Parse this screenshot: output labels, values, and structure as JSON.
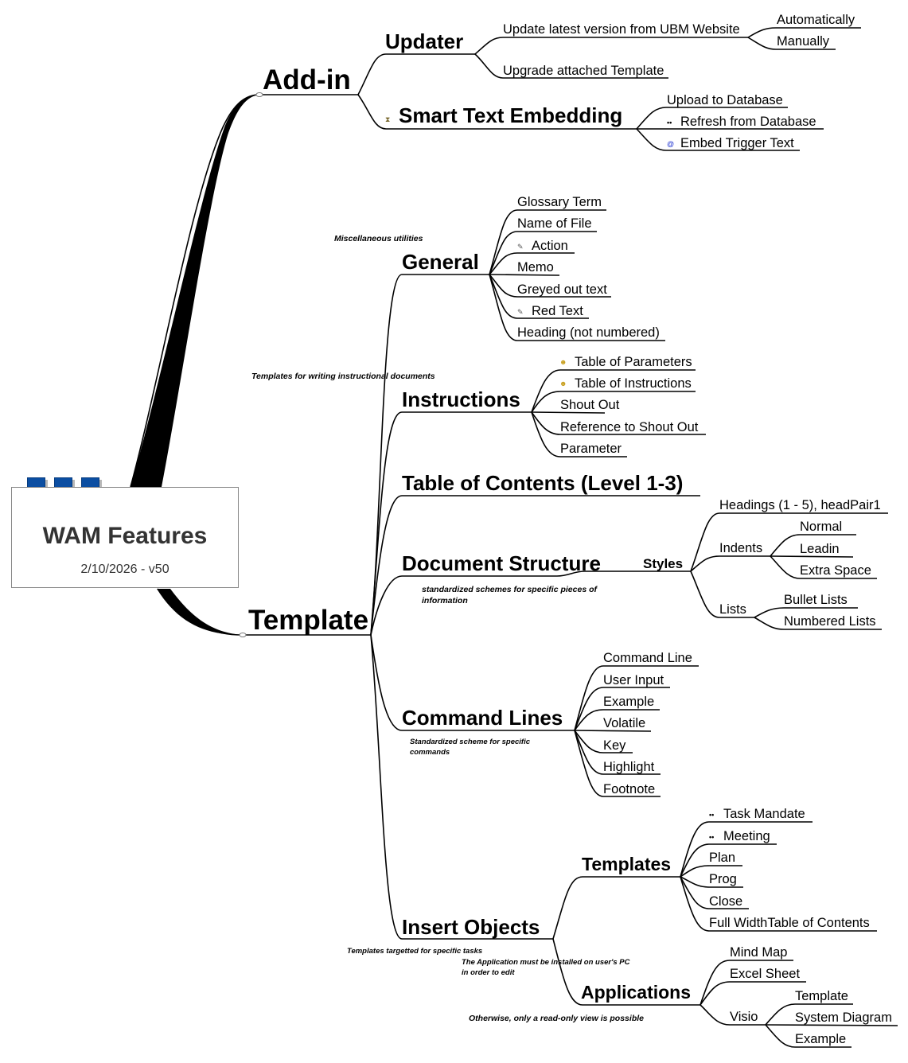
{
  "central": {
    "title": "WAM Features",
    "subtitle": "2/10/2026 - v50",
    "decoration": [
      "square",
      "square",
      "square"
    ]
  },
  "branches": {
    "addin": {
      "label": "Add-in",
      "updater": {
        "label": "Updater",
        "items": [
          {
            "label": "Update latest version from UBM Website",
            "children": [
              "Automatically",
              "Manually"
            ]
          },
          {
            "label": "Upgrade attached Template"
          }
        ]
      },
      "smart_text": {
        "label": "Smart Text Embedding",
        "icon": "hourglass-icon",
        "items": [
          {
            "label": "Upload to Database",
            "icon": ""
          },
          {
            "label": "Refresh from Database",
            "icon": "double-dot-icon"
          },
          {
            "label": "Embed Trigger Text",
            "icon": "at-sign-icon"
          }
        ]
      }
    },
    "template": {
      "label": "Template",
      "general": {
        "label": "General",
        "note": "Miscellaneous utilities",
        "items": [
          {
            "label": "Glossary Term"
          },
          {
            "label": "Name of File"
          },
          {
            "label": "Action",
            "icon": "pen-icon"
          },
          {
            "label": "Memo"
          },
          {
            "label": "Greyed out text"
          },
          {
            "label": "Red Text",
            "icon": "pen-icon"
          },
          {
            "label": "Heading (not numbered)"
          }
        ]
      },
      "instructions": {
        "label": "Instructions",
        "note": "Templates for writing instructional documents",
        "items": [
          {
            "label": "Table of Parameters",
            "icon": "smiley-icon"
          },
          {
            "label": "Table of Instructions",
            "icon": "smiley-icon"
          },
          {
            "label": "Shout Out"
          },
          {
            "label": "Reference to Shout Out"
          },
          {
            "label": "Parameter"
          }
        ]
      },
      "toc": {
        "label": "Table of Contents (Level 1-3)"
      },
      "doc_structure": {
        "label": "Document Structure",
        "note": "standardized schemes for specific pieces of information",
        "styles": {
          "label": "Styles",
          "headings": "Headings (1 - 5), headPair1",
          "indents": {
            "label": "Indents",
            "items": [
              "Normal",
              "Leadin",
              "Extra Space"
            ]
          },
          "lists": {
            "label": "Lists",
            "items": [
              "Bullet Lists",
              "Numbered Lists"
            ]
          }
        }
      },
      "command_lines": {
        "label": "Command Lines",
        "note": "Standardized scheme for specific commands",
        "items": [
          "Command Line",
          "User Input",
          "Example",
          "Volatile",
          "Key",
          "Highlight",
          "Footnote"
        ]
      },
      "insert_objects": {
        "label": "Insert Objects",
        "note": "Templates targetted for specific tasks",
        "templates": {
          "label": "Templates",
          "items": [
            {
              "label": "Task Mandate",
              "icon": "double-dot-icon"
            },
            {
              "label": "Meeting",
              "icon": "double-dot-icon"
            },
            {
              "label": "Plan"
            },
            {
              "label": "Prog"
            },
            {
              "label": "Close"
            },
            {
              "label": "Full WidthTable of Contents"
            }
          ]
        },
        "applications": {
          "label": "Applications",
          "note_top": "The Application must be installed on user's PC in order to edit",
          "note_bottom": "Otherwise, only a read-only view is possible",
          "items": [
            "Mind Map",
            "Excel Sheet"
          ],
          "visio": {
            "label": "Visio",
            "items": [
              "Template",
              "System Diagram",
              "Example"
            ]
          }
        }
      }
    }
  },
  "colors": {
    "line": "#000000",
    "central_square": "#0b4ea2",
    "central_text": "#333333",
    "at_icon": "#1a2fd0",
    "smiley_icon": "#c8a020"
  }
}
